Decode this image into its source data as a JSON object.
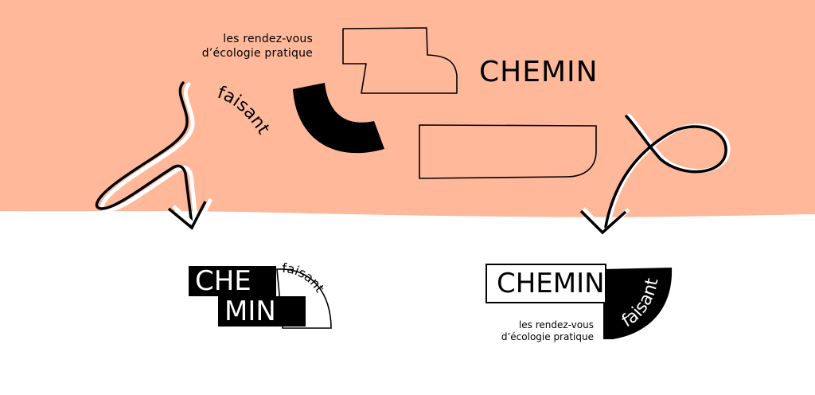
{
  "colors": {
    "salmon_background": "#FFB89A",
    "ink": "#000000",
    "paper": "#FFFFFF"
  },
  "top_panel": {
    "tagline_line1": "les rendez-vous",
    "tagline_line2": "d’écologie pratique",
    "arc_word": "faisant",
    "wordmark": "CHEMIN",
    "shapes": [
      "stepped-outline-shape",
      "black-arc-shape",
      "rounded-rectangle-outline"
    ],
    "arrows": [
      "squiggle-arrow-left",
      "loop-arrow-right"
    ]
  },
  "logo_variant_1": {
    "line1": "CHE",
    "line2": "MIN",
    "arc_word": "faisant"
  },
  "logo_variant_2": {
    "wordmark": "CHEMIN",
    "arc_word": "faisant",
    "tagline_line1": "les rendez-vous",
    "tagline_line2": "d’écologie pratique"
  }
}
